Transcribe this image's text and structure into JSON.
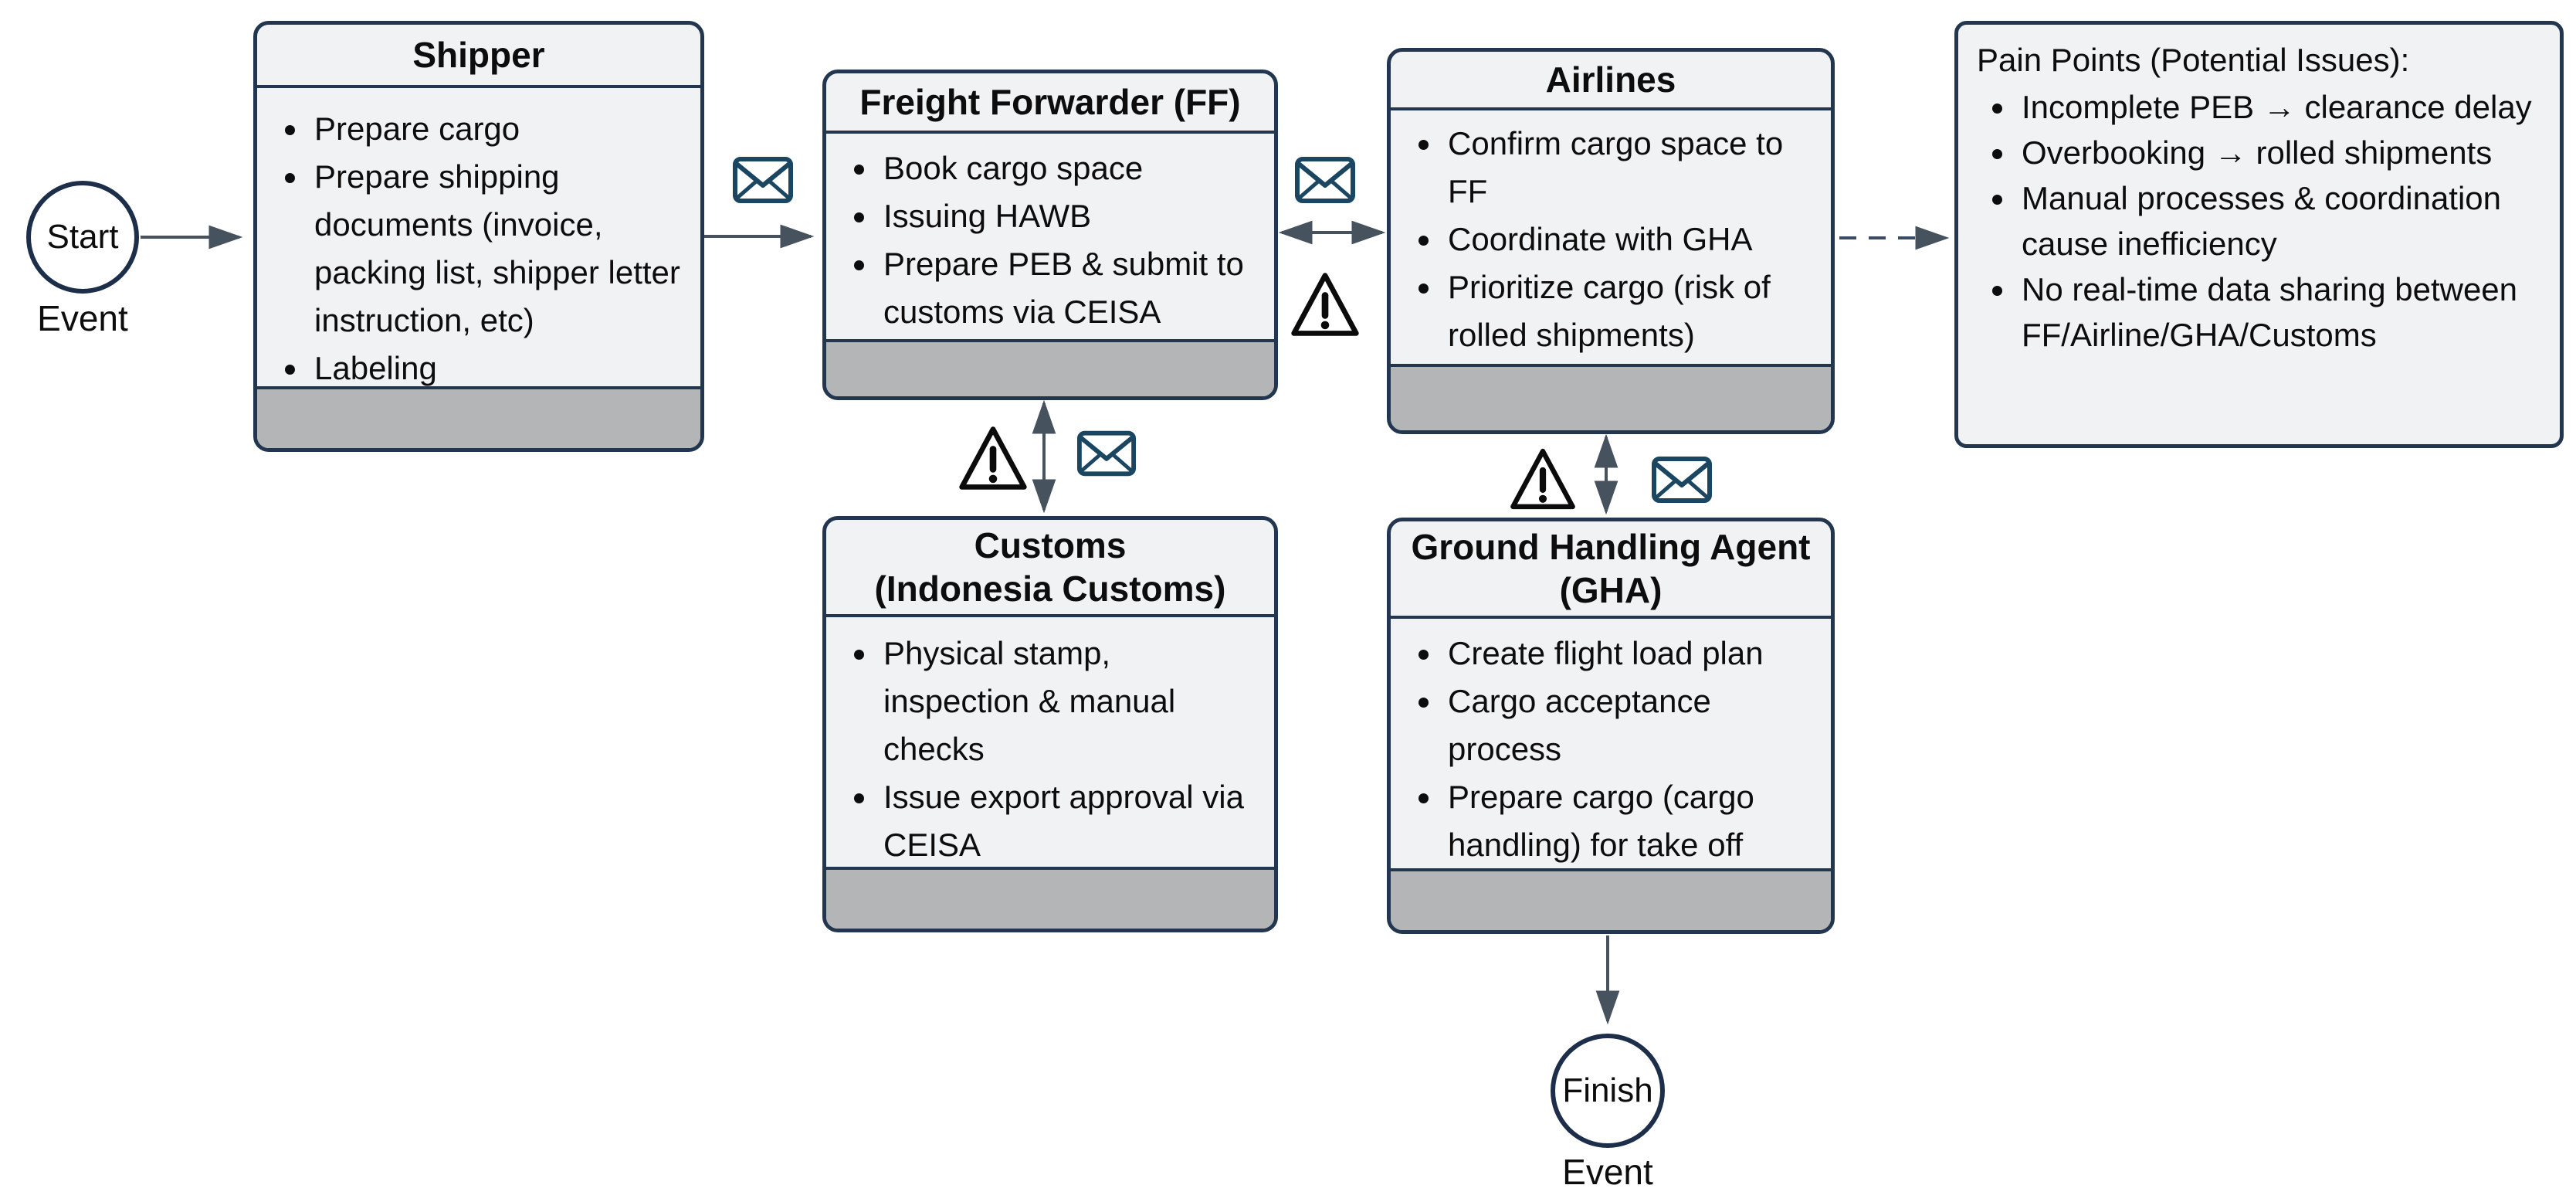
{
  "diagram": {
    "start_event": {
      "label": "Start",
      "caption": "Event"
    },
    "finish_event": {
      "label": "Finish",
      "caption": "Event"
    },
    "boxes": {
      "shipper": {
        "title": "Shipper",
        "items": [
          "Prepare cargo",
          "Prepare shipping documents (invoice, packing list, shipper letter instruction, etc)",
          "Labeling"
        ]
      },
      "freight_forwarder": {
        "title": "Freight Forwarder (FF)",
        "items": [
          "Book cargo space",
          "Issuing HAWB",
          "Prepare PEB & submit to customs via CEISA"
        ]
      },
      "airlines": {
        "title": "Airlines",
        "items": [
          "Confirm cargo space to FF",
          "Coordinate with GHA",
          "Prioritize cargo (risk of rolled shipments)"
        ]
      },
      "customs": {
        "title_line1": "Customs",
        "title_line2": "(Indonesia Customs)",
        "items": [
          "Physical stamp, inspection & manual checks",
          "Issue export approval via CEISA"
        ]
      },
      "gha": {
        "title_line1": "Ground Handling Agent",
        "title_line2": "(GHA)",
        "items": [
          "Create flight load plan",
          "Cargo acceptance process",
          "Prepare cargo (cargo handling) for take off"
        ]
      },
      "pain_points": {
        "title": "Pain Points (Potential Issues):",
        "items": [
          "Incomplete PEB → clearance delay",
          "Overbooking → rolled shipments",
          "Manual processes & coordination cause inefficiency",
          "No real-time data sharing between FF/Airline/GHA/Customs"
        ]
      }
    },
    "icons": {
      "envelope": "message-exchange",
      "warning": "risk-point"
    },
    "colors": {
      "box_border": "#22364f",
      "box_fill": "#f1f2f4",
      "footer_band": "#b4b5b7",
      "arrow": "#47525f",
      "envelope_stroke": "#1b4662",
      "warning_stroke": "#0b0b0b"
    }
  }
}
